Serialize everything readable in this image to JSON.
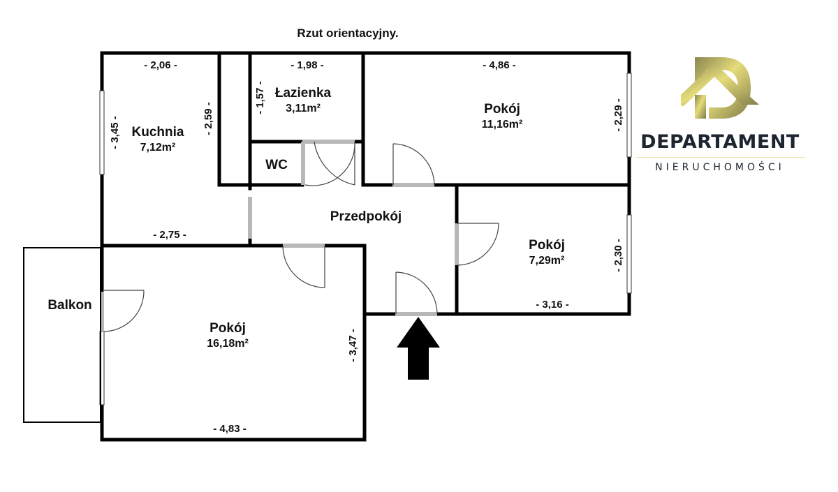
{
  "title": "Rzut orientacyjny.",
  "rooms": {
    "kuchnia": {
      "name": "Kuchnia",
      "area": "7,12m²"
    },
    "lazienka": {
      "name": "Łazienka",
      "area": "3,11m²"
    },
    "wc": {
      "name": "WC"
    },
    "pokoj_top": {
      "name": "Pokój",
      "area": "11,16m²"
    },
    "przedpokoj": {
      "name": "Przedpokój"
    },
    "pokoj_mid": {
      "name": "Pokój",
      "area": "7,29m²"
    },
    "pokoj_big": {
      "name": "Pokój",
      "area": "16,18m²"
    },
    "balkon": {
      "name": "Balkon"
    }
  },
  "dimensions": {
    "kuchnia_width": "- 2,06 -",
    "kuchnia_height": "- 3,45 -",
    "kuchnia_inner": "- 2,59 -",
    "kuchnia_bottom": "- 2,75 -",
    "lazienka_width": "- 1,98 -",
    "lazienka_height": "- 1,57 -",
    "pokoj_top_width": "- 4,86 -",
    "pokoj_top_height": "- 2,29 -",
    "pokoj_mid_height": "- 2,30 -",
    "pokoj_mid_width": "- 3,16 -",
    "pokoj_big_height": "- 3,47 -",
    "pokoj_big_width": "- 4,83 -"
  },
  "logo": {
    "name": "DEPARTAMENT",
    "subtitle": "NIERUCHOMOŚCI",
    "gold": "#c9bf5a",
    "dark": "#1d2530"
  },
  "entrance_arrow": "entrance-arrow"
}
